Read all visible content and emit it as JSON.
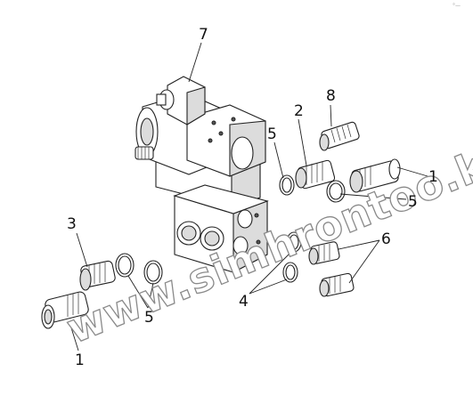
{
  "diagram": {
    "watermark": "www.simhrontoo.kz",
    "corner_mark": "°—",
    "callouts": {
      "c7": "7",
      "c8": "8",
      "c2": "2",
      "c5_top": "5",
      "c1_right": "1",
      "c5_right": "5",
      "c3": "3",
      "c6": "6",
      "c4": "4",
      "c5_bottom": "5",
      "c1_bottom": "1"
    }
  }
}
